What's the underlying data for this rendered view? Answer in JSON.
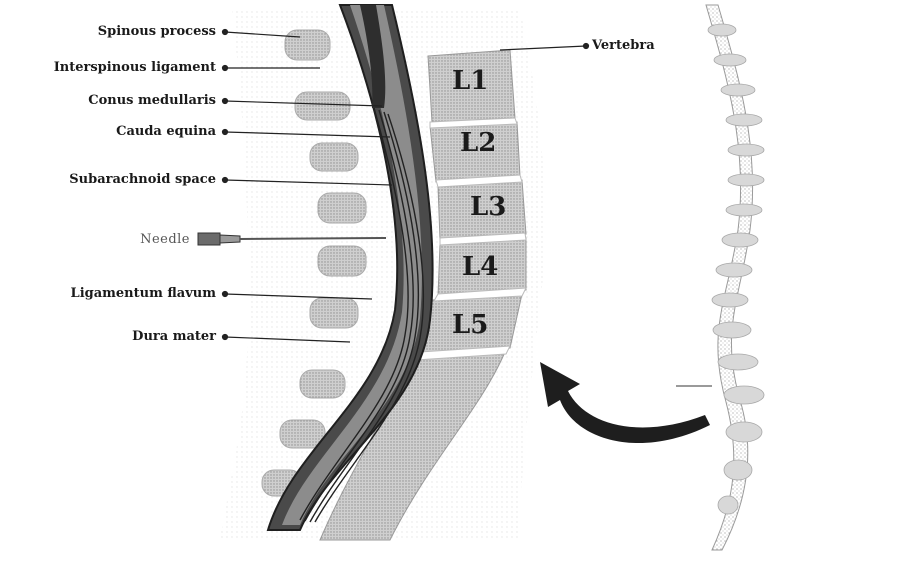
{
  "labels": {
    "spinous_process": "Spinous process",
    "interspinous_ligament": "Interspinous ligament",
    "conus_medullaris": "Conus medullaris",
    "cauda_equina": "Cauda equina",
    "subarachnoid_space": "Subarachnoid space",
    "needle": "Needle",
    "ligamentum_flavum": "Ligamentum flavum",
    "dura_mater": "Dura mater",
    "vertebra": "Vertebra"
  },
  "vertebrae": [
    "L1",
    "L2",
    "L3",
    "L4",
    "L5"
  ],
  "colors": {
    "bone": "#d2d2d2",
    "bone_dark": "#b5b5b5",
    "canal": "#3a3a3a",
    "text": "#1a1a1a",
    "arrow": "#1e1e1e"
  }
}
